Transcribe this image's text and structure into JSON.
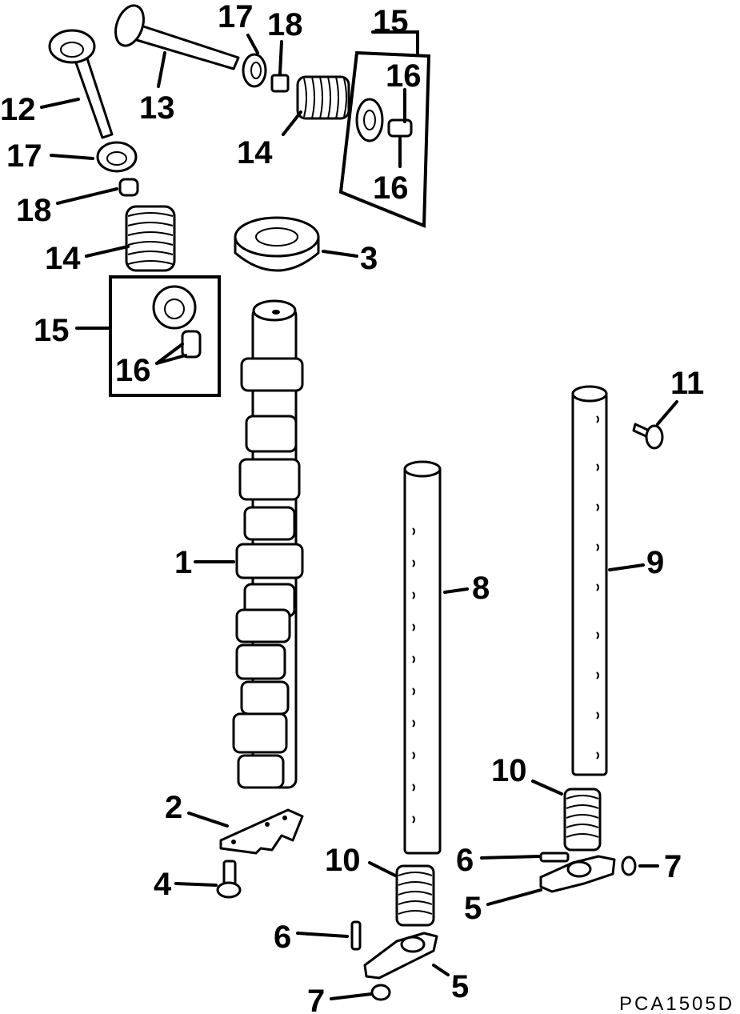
{
  "drawing_code": "PCA1505D",
  "callouts": [
    {
      "id": "c12",
      "text": "12"
    },
    {
      "id": "c13",
      "text": "13"
    },
    {
      "id": "c17a",
      "text": "17"
    },
    {
      "id": "c18a",
      "text": "18"
    },
    {
      "id": "c15a",
      "text": "15"
    },
    {
      "id": "c16a",
      "text": "16"
    },
    {
      "id": "c16b",
      "text": "16"
    },
    {
      "id": "c14a",
      "text": "14"
    },
    {
      "id": "c17b",
      "text": "17"
    },
    {
      "id": "c18b",
      "text": "18"
    },
    {
      "id": "c14b",
      "text": "14"
    },
    {
      "id": "c3",
      "text": "3"
    },
    {
      "id": "c15b",
      "text": "15"
    },
    {
      "id": "c16c",
      "text": "16"
    },
    {
      "id": "c11",
      "text": "11"
    },
    {
      "id": "c1",
      "text": "1"
    },
    {
      "id": "c9",
      "text": "9"
    },
    {
      "id": "c8",
      "text": "8"
    },
    {
      "id": "c10a",
      "text": "10"
    },
    {
      "id": "c2",
      "text": "2"
    },
    {
      "id": "c6a",
      "text": "6"
    },
    {
      "id": "c7a",
      "text": "7"
    },
    {
      "id": "c10b",
      "text": "10"
    },
    {
      "id": "c4",
      "text": "4"
    },
    {
      "id": "c5a",
      "text": "5"
    },
    {
      "id": "c6b",
      "text": "6"
    },
    {
      "id": "c5b",
      "text": "5"
    },
    {
      "id": "c7b",
      "text": "7"
    }
  ]
}
